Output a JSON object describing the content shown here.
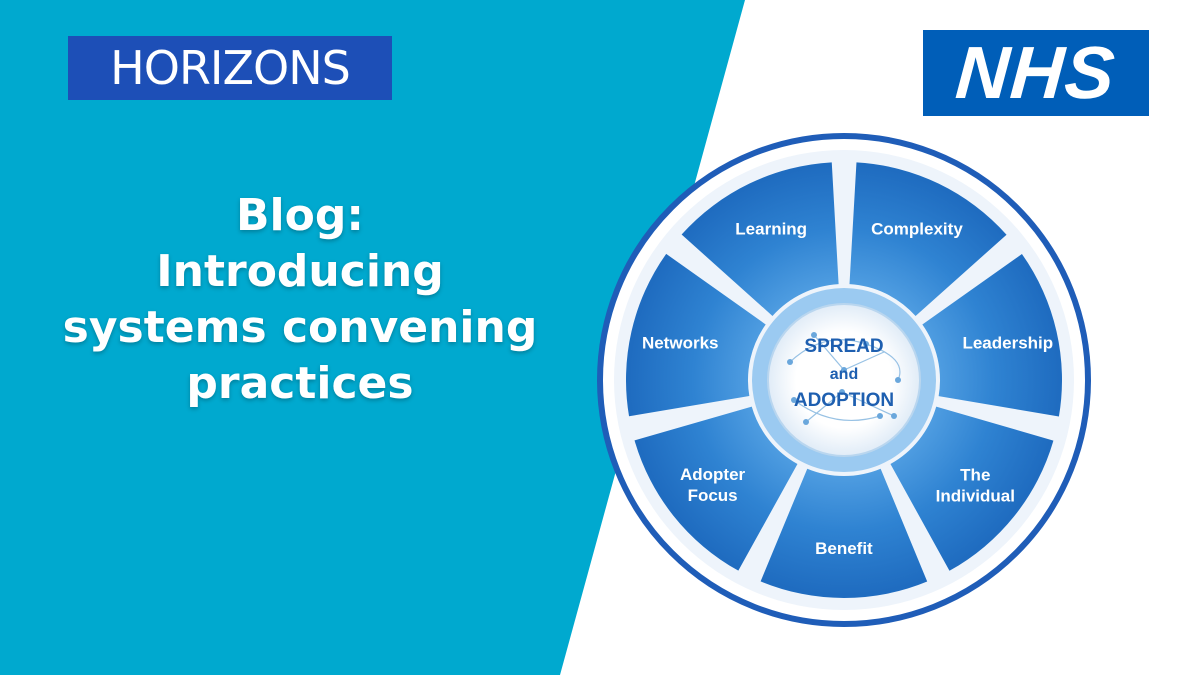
{
  "brand": {
    "horizons_logo": "HORIZONS",
    "nhs_logo": "NHS"
  },
  "headline": {
    "line1": "Blog:",
    "line2": "Introducing",
    "line3": "systems convening",
    "line4": "practices"
  },
  "colors": {
    "teal_panel": "#00a9cf",
    "horizons_blue": "#1d4fb7",
    "nhs_blue": "#005eb8",
    "wheel_ring": "#1f5db8",
    "segment_blue": "#2a7fd0"
  },
  "diagram": {
    "hub": {
      "line1": "SPREAD",
      "line2": "and",
      "line3": "ADOPTION"
    },
    "segments": [
      {
        "lines": [
          "Learning"
        ]
      },
      {
        "lines": [
          "Complexity"
        ]
      },
      {
        "lines": [
          "Leadership"
        ]
      },
      {
        "lines": [
          "The",
          "Individual"
        ]
      },
      {
        "lines": [
          "Benefit"
        ]
      },
      {
        "lines": [
          "Adopter",
          "Focus"
        ]
      },
      {
        "lines": [
          "Networks"
        ]
      }
    ]
  }
}
